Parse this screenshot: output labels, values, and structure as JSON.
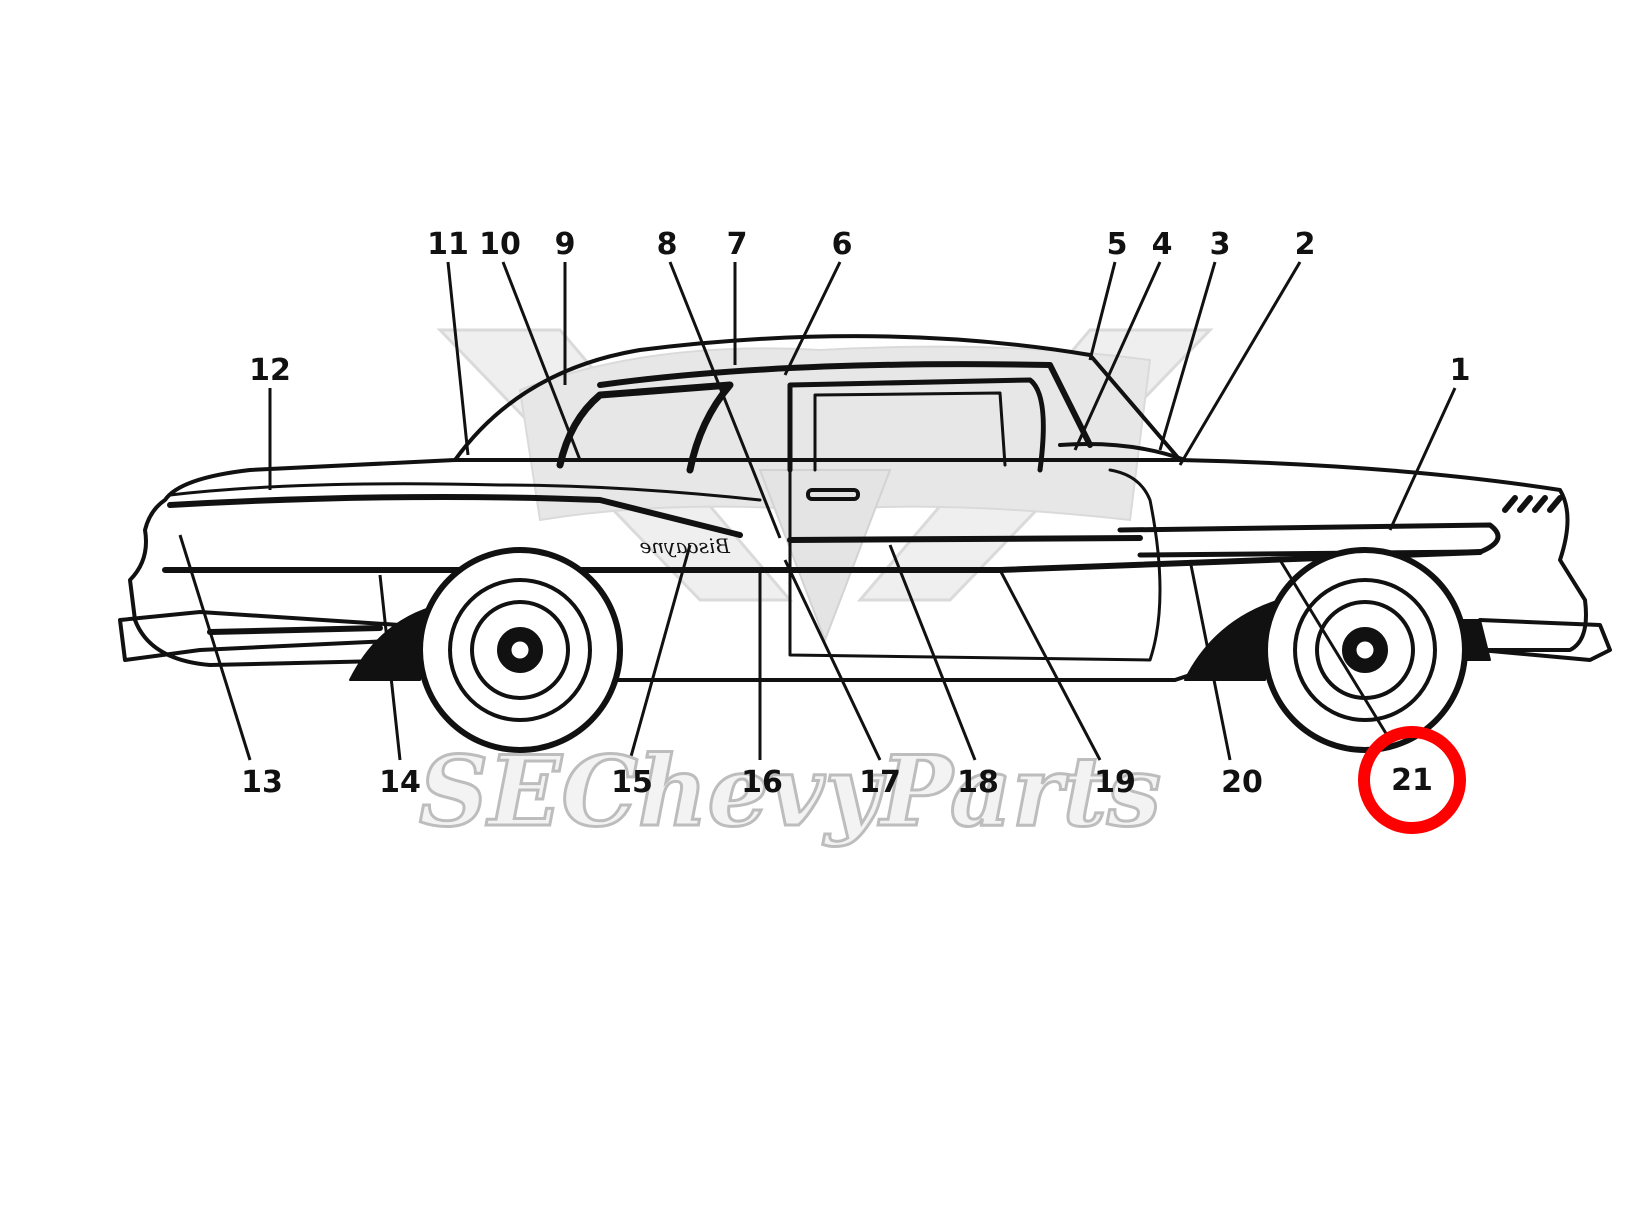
{
  "diagram": {
    "callouts": [
      {
        "id": "1",
        "label": "1"
      },
      {
        "id": "2",
        "label": "2"
      },
      {
        "id": "3",
        "label": "3"
      },
      {
        "id": "4",
        "label": "4"
      },
      {
        "id": "5",
        "label": "5"
      },
      {
        "id": "6",
        "label": "6"
      },
      {
        "id": "7",
        "label": "7"
      },
      {
        "id": "8",
        "label": "8"
      },
      {
        "id": "9",
        "label": "9"
      },
      {
        "id": "10",
        "label": "10"
      },
      {
        "id": "11",
        "label": "11"
      },
      {
        "id": "12",
        "label": "12"
      },
      {
        "id": "13",
        "label": "13"
      },
      {
        "id": "14",
        "label": "14"
      },
      {
        "id": "15",
        "label": "15"
      },
      {
        "id": "16",
        "label": "16"
      },
      {
        "id": "17",
        "label": "17"
      },
      {
        "id": "18",
        "label": "18"
      },
      {
        "id": "19",
        "label": "19"
      },
      {
        "id": "20",
        "label": "20"
      },
      {
        "id": "21",
        "label": "21"
      }
    ],
    "highlighted_callout": "21",
    "highlight_color": "#ff0000",
    "line_color": "#111111",
    "script_badge": "Biscayne",
    "watermark": {
      "text": "SEChevyParts",
      "fill_color": "#f3f3f3",
      "outline_color": "#bdbdbd"
    }
  }
}
